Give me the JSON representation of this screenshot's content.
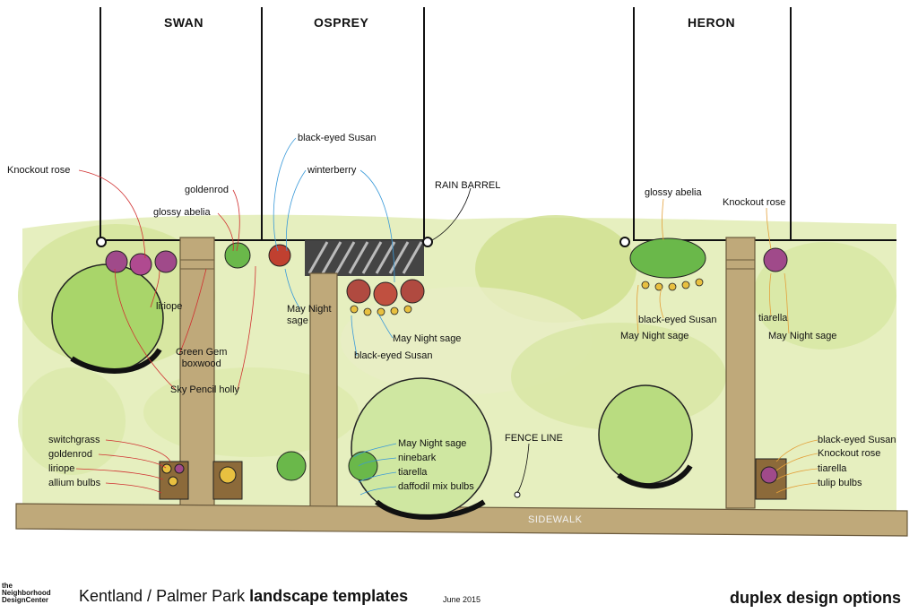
{
  "houses": {
    "swan": "SWAN",
    "osprey": "OSPREY",
    "heron": "HERON"
  },
  "labels": {
    "knockout_rose_left": "Knockout rose",
    "goldenrod_top": "goldenrod",
    "glossy_abelia_left": "glossy abelia",
    "liriope_top": "liriope",
    "green_gem_1": "Green Gem",
    "green_gem_2": "boxwood",
    "sky_pencil": "Sky Pencil holly",
    "black_eyed_susan_top": "black-eyed Susan",
    "winterberry": "winterberry",
    "may_night_left_1": "May Night",
    "may_night_left_2": "sage",
    "may_night_mid": "May Night sage",
    "black_eyed_susan_mid": "black-eyed Susan",
    "rain_barrel": "RAIN BARREL",
    "glossy_abelia_right": "glossy abelia",
    "knockout_rose_right": "Knockout rose",
    "black_eyed_susan_right": "black-eyed Susan",
    "may_night_right": "May Night sage",
    "tiarella_right": "tiarella",
    "may_night_far_right": "May Night sage",
    "switchgrass": "switchgrass",
    "goldenrod_bottom": "goldenrod",
    "liriope_bottom": "liriope",
    "allium_bulbs": "allium bulbs",
    "may_night_bottom": "May Night sage",
    "ninebark": "ninebark",
    "tiarella_bottom": "tiarella",
    "daffodil": "daffodil mix bulbs",
    "fence_line": "FENCE LINE",
    "bes_bottom_right": "black-eyed Susan",
    "knockout_bottom_right": "Knockout rose",
    "tiarella_bottom_right": "tiarella",
    "tulip_bulbs": "tulip bulbs",
    "sidewalk": "SIDEWALK"
  },
  "footer": {
    "logo_line1": "the",
    "logo_line2": "Neighborhood",
    "logo_line3": "DesignCenter",
    "title_plain": "Kentland / Palmer Park",
    "title_bold": "landscape templates",
    "date": "June  2015",
    "options": "duplex design options"
  },
  "colors": {
    "lawn": "#dfeab0",
    "lawn_dark": "#c5dc8e",
    "path": "#bfa97a",
    "path_edge": "#6b5a3c",
    "shrub": "#9acd5e",
    "red_line": "#d03030",
    "blue_line": "#3a9ad9",
    "orange_line": "#e3a03a"
  }
}
